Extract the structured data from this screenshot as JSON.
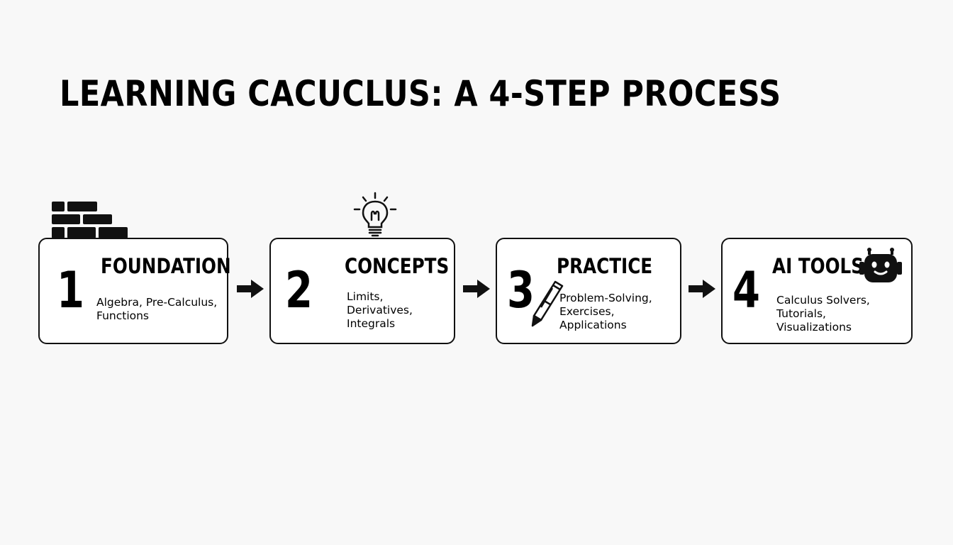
{
  "title": "LEARNING CACUCLUS: A 4-STEP PROCESS",
  "steps": [
    {
      "number": "1",
      "title": "FOUNDATION",
      "description": "Algebra, Pre-Calculus,\nFunctions",
      "icon": "brick-wall-icon"
    },
    {
      "number": "2",
      "title": "CONCEPTS",
      "description": "Limits,\nDerivatives,\nIntegrals",
      "icon": "lightbulb-icon"
    },
    {
      "number": "3",
      "title": "PRACTICE",
      "description": "Problem-Solving,\nExercises,\nApplications",
      "icon": "pencil-icon"
    },
    {
      "number": "4",
      "title": "AI TOOLS",
      "description": "Calculus Solvers,\nTutorials,\nVisualizations",
      "icon": "robot-icon"
    }
  ],
  "connector_icon": "arrow-right-icon",
  "colors": {
    "ink": "#111111",
    "background": "#f8f8f8",
    "card": "#ffffff"
  }
}
